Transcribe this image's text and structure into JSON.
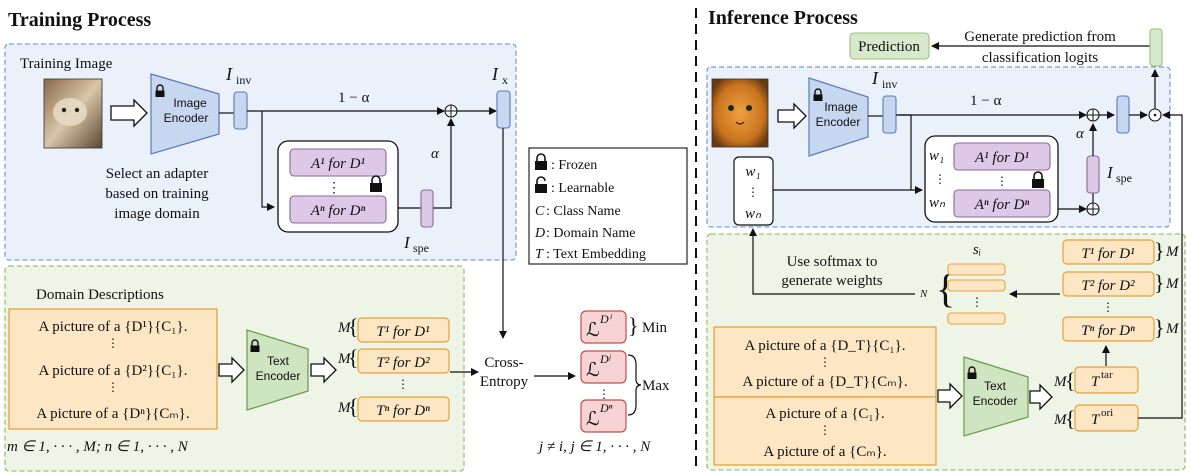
{
  "training": {
    "title": "Training Process",
    "image_label": "Training Image",
    "image_encoder": [
      "Image",
      "Encoder"
    ],
    "i_inv": "I",
    "i_inv_sub": "inv",
    "i_x": "I",
    "i_x_sub": "x",
    "i_spe": "I",
    "i_spe_sub": "spe",
    "one_minus_alpha": "1 − α",
    "alpha": "α",
    "select_text": [
      "Select an adapter",
      "based on training",
      "image domain"
    ],
    "adapter_1": "A¹ for D¹",
    "adapter_n": "Aⁿ for Dⁿ",
    "vdots": "⋮",
    "domain_title": "Domain Descriptions",
    "desc_lines": [
      "A picture of a {D¹}{C₁}.",
      "A picture of a {D²}{C₁}.",
      "A picture of a {Dⁿ}{Cₘ}."
    ],
    "text_encoder": [
      "Text",
      "Encoder"
    ],
    "t_lines": [
      "T¹ for D¹",
      "T² for D²",
      "Tⁿ for Dⁿ"
    ],
    "m_label": "M",
    "range_text": "m ∈ 1, · · · , M; n ∈ 1, · · · , N",
    "cross_entropy": [
      "Cross-",
      "Entropy"
    ],
    "losses": [
      "ℒ",
      "ℒ",
      "ℒ"
    ],
    "loss_sups": [
      "Dⁱ",
      "Dʲ",
      "Dⁿ"
    ],
    "min_label": "Min",
    "max_label": "Max",
    "j_text": "j ≠ i, j ∈ 1, · · · , N"
  },
  "legend": {
    "items": [
      ": Frozen",
      ": Learnable",
      ": Class Name",
      ": Domain Name",
      ": Text Embedding"
    ],
    "symbols": [
      "",
      "",
      "C",
      "D",
      "T"
    ]
  },
  "inference": {
    "title": "Inference Process",
    "prediction": "Prediction",
    "generate_text": [
      "Generate prediction from",
      "classification logits"
    ],
    "image_encoder": [
      "Image",
      "Encoder"
    ],
    "i_inv": "I",
    "i_inv_sub": "inv",
    "i_spe": "I",
    "i_spe_sub": "spe",
    "one_minus_alpha": "1 − α",
    "alpha": "α",
    "w_labels": [
      "w₁",
      "wₙ"
    ],
    "adapter_1": "A¹ for D¹",
    "adapter_n": "Aⁿ for Dⁿ",
    "softmax_text": [
      "Use softmax to",
      "generate weights"
    ],
    "s_i": "sᵢ",
    "n_label": "N",
    "t_lines": [
      "T¹ for D¹",
      "T² for D²",
      "Tⁿ for Dⁿ"
    ],
    "m_label": "M",
    "desc_lines_top": [
      "A picture of a {D_T}{C₁}.",
      "A picture of a {D_T}{Cₘ}."
    ],
    "desc_lines_bottom": [
      "A picture of a {C₁}.",
      "A picture of a {Cₘ}."
    ],
    "text_encoder": [
      "Text",
      "Encoder"
    ],
    "t_tar": "T",
    "t_tar_sup": "tar",
    "t_ori": "T",
    "t_ori_sup": "ori"
  },
  "colors": {
    "blue_panel": "#eaf1fb",
    "blue_border": "#7f9fd6",
    "green_panel": "#eef5e6",
    "green_border": "#9cc07a",
    "encoder_blue": "#c8d7f0",
    "encoder_green": "#cfe4c0",
    "purple": "#ddc8e8",
    "purple_border": "#8a6a9c",
    "orange": "#fde6c4",
    "orange_border": "#e8a13a",
    "red_fill": "#f8d3d3",
    "red_border": "#c0504d",
    "pred_green": "#d6e9cc"
  }
}
